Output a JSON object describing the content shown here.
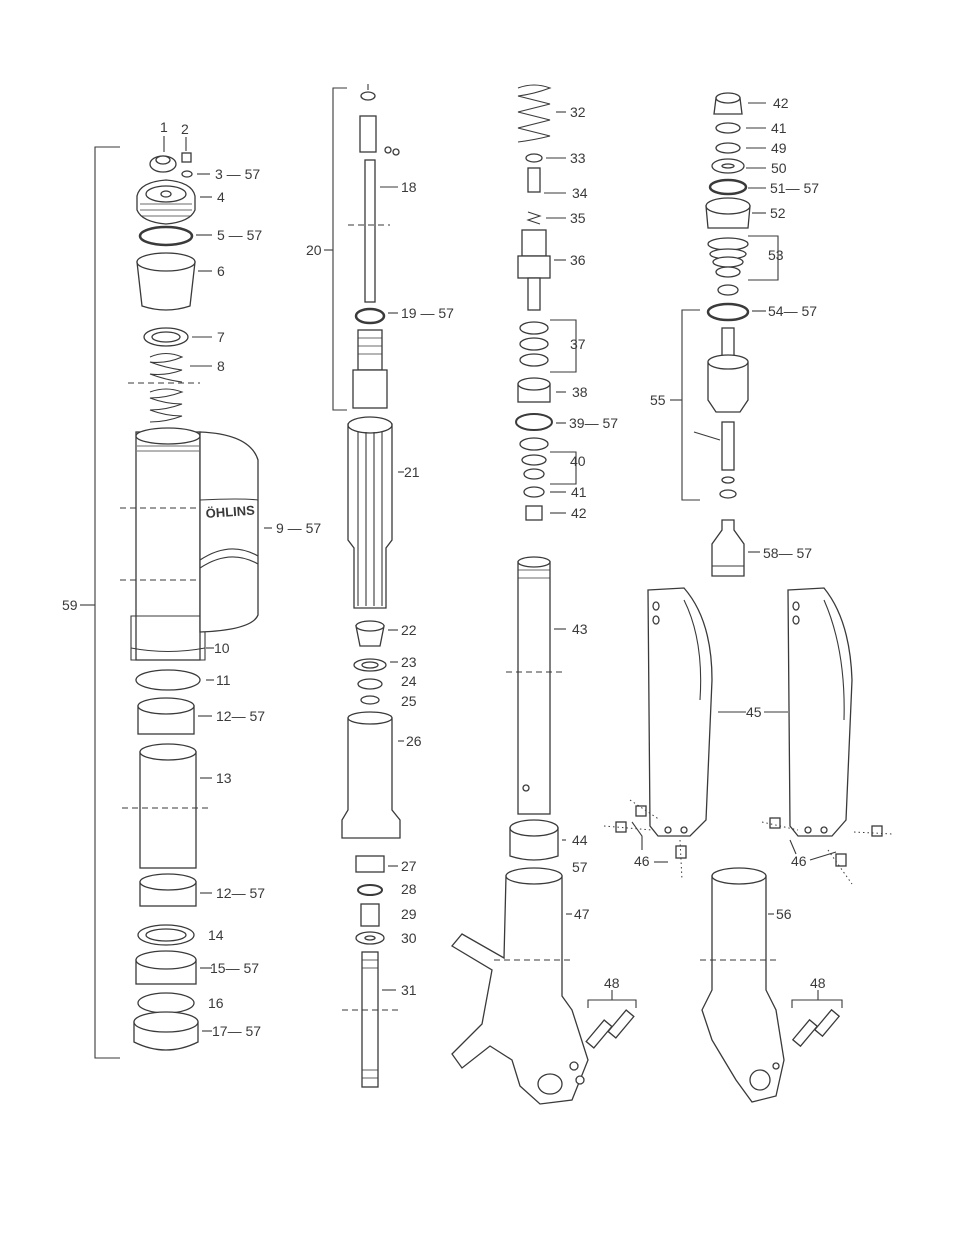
{
  "diagram": {
    "labels": [
      "1",
      "2",
      "3 — 57",
      "4",
      "5 — 57",
      "6",
      "7",
      "8",
      "9 — 57",
      "10",
      "11",
      "12— 57",
      "13",
      "12— 57",
      "14",
      "15— 57",
      "16",
      "17— 57",
      "59",
      "20",
      "18",
      "19 — 57",
      "21",
      "22",
      "23",
      "24",
      "25",
      "26",
      "27",
      "28",
      "29",
      "30",
      "31",
      "32",
      "33",
      "34",
      "35",
      "36",
      "37",
      "38",
      "39— 57",
      "40",
      "41",
      "42",
      "43",
      "44",
      "57",
      "47",
      "48",
      "42",
      "41",
      "49",
      "50",
      "51— 57",
      "52",
      "53",
      "54— 57",
      "55",
      "58— 57",
      "45",
      "46",
      "46",
      "56",
      "48"
    ],
    "logo_text": "ÖHLINS"
  }
}
